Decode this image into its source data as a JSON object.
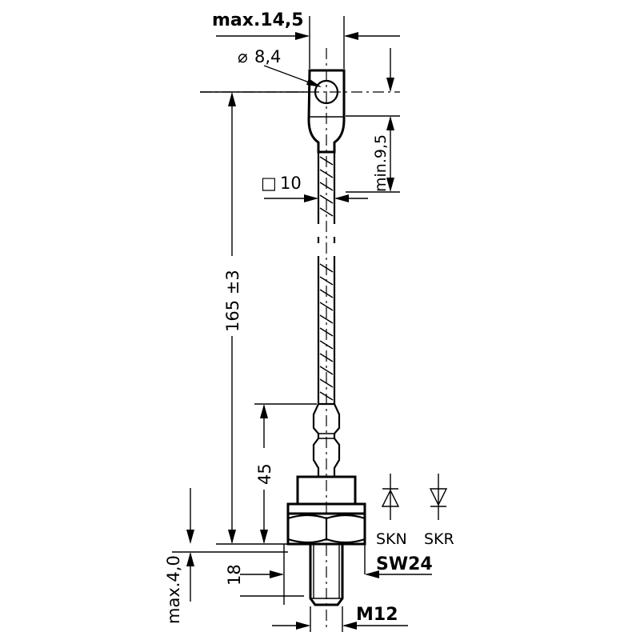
{
  "dimensions": {
    "max_width_top": "max.14,5",
    "hole_diameter": "8,4",
    "cable_square": "10",
    "min_lug": "min.9,5",
    "overall_length": "165 ±3",
    "base_height": "45",
    "max_lower": "max.4,0",
    "thread_length": "18",
    "wrench_size": "SW24",
    "thread": "M12"
  },
  "symbols": {
    "diameter": "⌀",
    "square": "□"
  },
  "variants": {
    "left": "SKN",
    "right": "SKR"
  }
}
